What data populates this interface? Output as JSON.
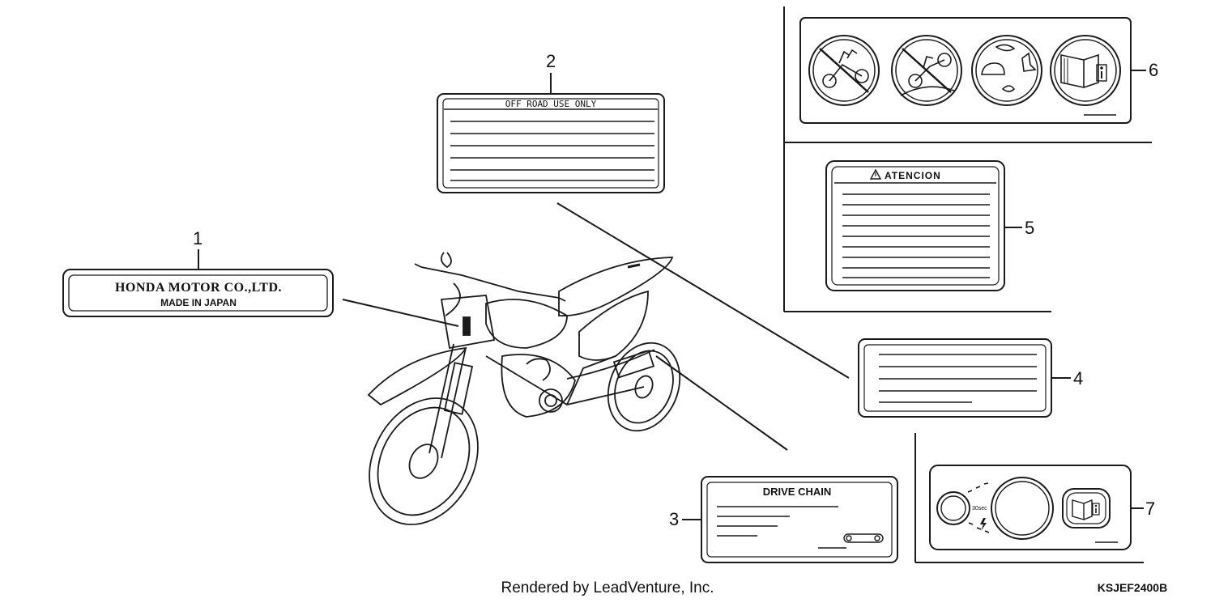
{
  "callouts": {
    "c1": "1",
    "c2": "2",
    "c3": "3",
    "c4": "4",
    "c5": "5",
    "c6": "6",
    "c7": "7"
  },
  "labels": {
    "honda_line1": "HONDA MOTOR CO.,LTD.",
    "honda_line2": "MADE IN JAPAN",
    "off_road_title": "OFF ROAD  USE ONLY",
    "drive_chain_title": "DRIVE CHAIN",
    "atencion_title": "ATENCION",
    "gauge_text": "30sec"
  },
  "icons": {
    "warning": "warning-triangle-icon",
    "no_passenger": "no-passenger-icon",
    "no_road": "no-road-riding-icon",
    "protective_gear": "protective-gear-icon",
    "read_manual": "read-manual-icon",
    "chain_adjuster": "chain-adjuster-icon",
    "choke": "choke-knob-icon",
    "lightning": "lightning-icon"
  },
  "footer": {
    "credit": "Rendered by LeadVenture, Inc.",
    "code": "KSJEF2400B"
  },
  "colors": {
    "line": "#1a1a1a",
    "background": "#ffffff"
  }
}
